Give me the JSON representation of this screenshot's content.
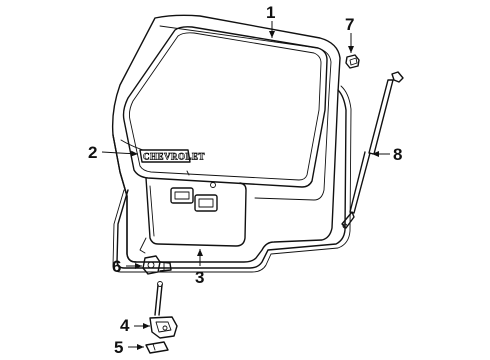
{
  "diagram": {
    "callouts": [
      {
        "id": "1",
        "label": "1"
      },
      {
        "id": "2",
        "label": "2"
      },
      {
        "id": "3",
        "label": "3"
      },
      {
        "id": "4",
        "label": "4"
      },
      {
        "id": "5",
        "label": "5"
      },
      {
        "id": "6",
        "label": "6"
      },
      {
        "id": "7",
        "label": "7"
      },
      {
        "id": "8",
        "label": "8"
      }
    ],
    "emblem_text": "CHEVROLET"
  },
  "colors": {
    "line": "#111111",
    "background": "#ffffff"
  }
}
